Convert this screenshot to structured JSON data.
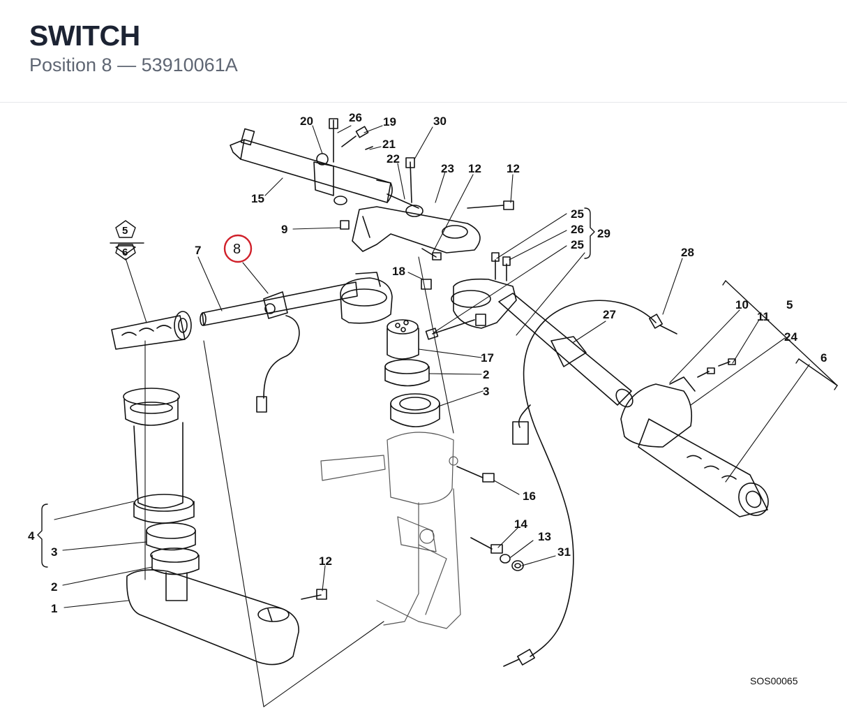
{
  "header": {
    "title": "SWITCH",
    "subtitle": "Position 8 — 53910061A"
  },
  "diagram": {
    "highlighted_position": "8",
    "highlight_color": "#d0202a",
    "reference_code": "SOS00065",
    "callouts": {
      "c20": "20",
      "c26a": "26",
      "c19": "19",
      "c30": "30",
      "c21": "21",
      "c22": "22",
      "c23": "23",
      "c12a": "12",
      "c12b": "12",
      "c15": "15",
      "c9": "9",
      "c25a": "25",
      "c26b": "26",
      "c25b": "25",
      "c29": "29",
      "c28": "28",
      "c7": "7",
      "c8": "8",
      "c18": "18",
      "c27": "27",
      "c10": "10",
      "c5": "5",
      "c11": "11",
      "c24": "24",
      "c6": "6",
      "c17": "17",
      "c2a": "2",
      "c3a": "3",
      "c16": "16",
      "c14": "14",
      "c13": "13",
      "c31": "31",
      "c12c": "12",
      "c4": "4",
      "c3b": "3",
      "c2b": "2",
      "c1": "1",
      "kit5": "5",
      "kit6": "6"
    }
  }
}
